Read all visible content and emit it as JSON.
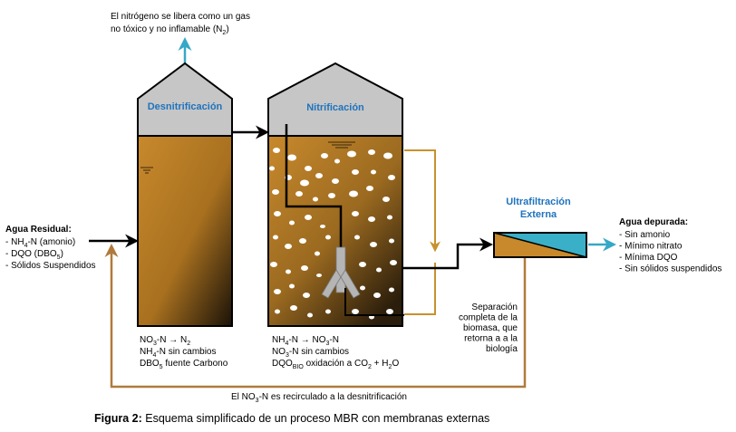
{
  "top_note": {
    "line1": "El nitrógeno se libera como un gas",
    "line2_a": "no tóxico y no inflamable (N",
    "line2_sub": "2",
    "line2_b": ")"
  },
  "denitrification": {
    "title": "Desnitrificación",
    "note": [
      {
        "a": "NO",
        "sub": "3",
        "b": "-N ",
        "arrow": "→",
        "c": " N",
        "sub2": "2",
        "d": ""
      },
      {
        "a": "NH",
        "sub": "4",
        "b": "-N sin cambios",
        "arrow": "",
        "c": "",
        "sub2": "",
        "d": ""
      },
      {
        "a": "DBO",
        "sub": "5",
        "b": " fuente Carbono",
        "arrow": "",
        "c": "",
        "sub2": "",
        "d": ""
      }
    ]
  },
  "nitrification": {
    "title": "Nitrificación",
    "note_line1": {
      "a": "NH",
      "sub": "4",
      "b": "-N  ",
      "arrow": "→",
      "c": " NO",
      "sub2": "3",
      "d": "-N"
    },
    "note_line2": {
      "a": "NO",
      "sub": "3",
      "b": "-N sin cambios"
    },
    "note_line3": {
      "a": "DQO",
      "sub": "BIO",
      "b": " oxidación a CO",
      "sub2": "2",
      "c": " + H",
      "sub3": "2",
      "d": "O"
    }
  },
  "influent": {
    "title": "Agua Residual:",
    "items": [
      {
        "a": "- NH",
        "sub": "4",
        "b": "-N (amonio)"
      },
      {
        "a": "- DQO (DBO",
        "sub": "5",
        "b": ")"
      },
      {
        "a": "- Sólidos Suspendidos",
        "sub": "",
        "b": ""
      }
    ]
  },
  "ultrafiltration": {
    "title_line1": "Ultrafiltración",
    "title_line2": "Externa"
  },
  "effluent": {
    "title": "Agua depurada:",
    "items": [
      "- Sin amonio",
      "- Mínimo nitrato",
      "- Mínima DQO",
      "- Sin sólidos suspendidos"
    ]
  },
  "separation_note": [
    "Separación",
    "completa de la",
    "biomasa, que",
    "retorna a a la",
    "biología"
  ],
  "recirculation": {
    "a": "El NO",
    "sub": "3",
    "b": "-N es recirculado a la desnitrificación"
  },
  "caption": {
    "label": "Figura 2:",
    "text": " Esquema simplificado de un proceso MBR con membranas externas"
  },
  "colors": {
    "sludge": "#c98a2a",
    "roof": "#c6c6c6",
    "title_blue": "#1e73be",
    "arrow_blue": "#35a8c7",
    "recirc_brown": "#b07a3c",
    "membrane_blue": "#3ab0c8"
  }
}
